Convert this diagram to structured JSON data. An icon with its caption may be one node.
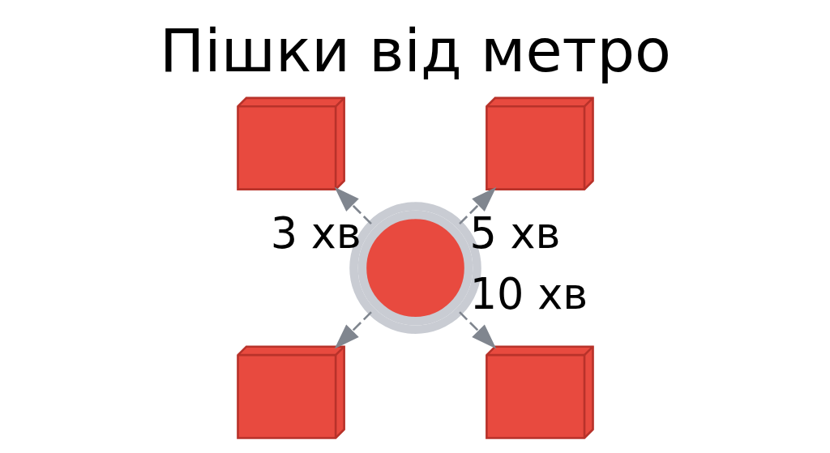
{
  "diagram": {
    "title": "Пішки від метро",
    "nodes": [
      {
        "text": [],
        "shape": "picture"
      },
      {
        "text": [],
        "shape": "picture"
      },
      {
        "text": [],
        "shape": "picture"
      },
      {
        "text": [],
        "shape": "picture"
      },
      {
        "text": [],
        "shape": "picture"
      }
    ],
    "edges": [
      {
        "from": 2,
        "to": 0,
        "arrow": "to",
        "style": "dashed",
        "label": "3 хв"
      },
      {
        "from": 2,
        "to": 1,
        "arrow": "to",
        "style": "dashed",
        "label": "5 хв"
      },
      {
        "from": 2,
        "to": 3,
        "arrow": "to",
        "style": "dashed"
      },
      {
        "from": 2,
        "to": 4,
        "arrow": "to",
        "style": "dashed",
        "label": "10 хв"
      }
    ]
  }
}
